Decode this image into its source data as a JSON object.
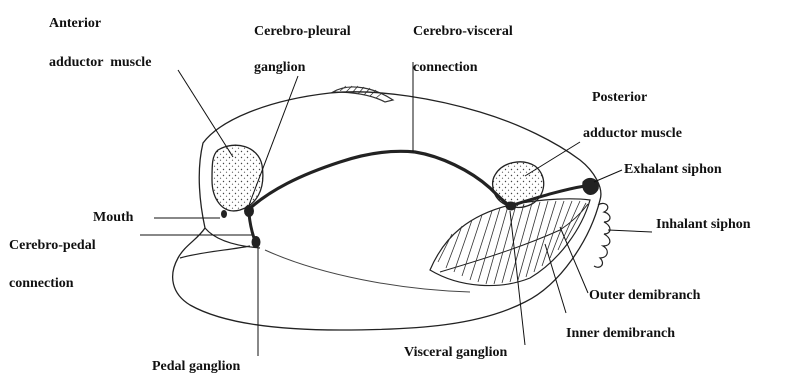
{
  "labels": {
    "anterior_adductor_1": "Anterior",
    "anterior_adductor_2": "adductor  muscle",
    "cerebro_pleural_1": "Cerebro-pleural",
    "cerebro_pleural_2": "ganglion",
    "cerebro_visceral_1": "Cerebro-visceral",
    "cerebro_visceral_2": "connection",
    "posterior_adductor_1": "Posterior",
    "posterior_adductor_2": "adductor muscle",
    "exhalant_siphon": "Exhalant siphon",
    "inhalant_siphon": "Inhalant siphon",
    "mouth": "Mouth",
    "cerebro_pedal_1": "Cerebro-pedal",
    "cerebro_pedal_2": "connection",
    "outer_demibranch": "Outer demibranch",
    "inner_demibranch": "Inner demibranch",
    "visceral_ganglion": "Visceral ganglion",
    "pedal_ganglion": "Pedal ganglion"
  }
}
